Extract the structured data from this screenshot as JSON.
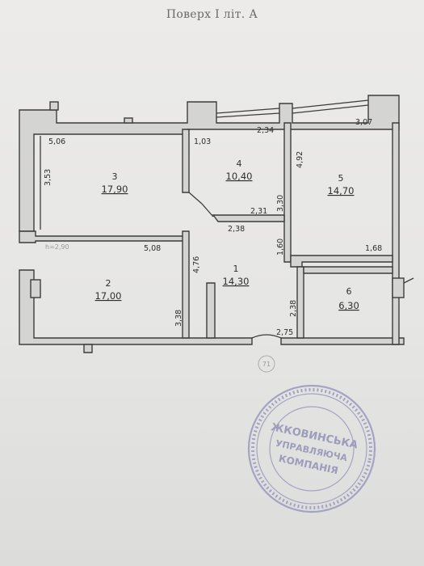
{
  "title": "Поверх I літ. А",
  "rooms": [
    {
      "number": "1",
      "area": "14,30"
    },
    {
      "number": "2",
      "area": "17,00"
    },
    {
      "number": "3",
      "area": "17,90"
    },
    {
      "number": "4",
      "area": "10,40"
    },
    {
      "number": "5",
      "area": "14,70"
    },
    {
      "number": "6",
      "area": "6,30"
    }
  ],
  "dimensions": {
    "d_5_06": "5,06",
    "d_1_03": "1,03",
    "d_2_34": "2,34",
    "d_3_07": "3,07",
    "d_3_53": "3,53",
    "d_4_92": "4,92",
    "d_2_31": "2,31",
    "d_3_30": "3,30",
    "d_2_38a": "2,38",
    "d_5_08": "5,08",
    "d_4_76": "4,76",
    "d_1_60": "1,60",
    "d_1_68": "1,68",
    "d_3_38": "3,38",
    "d_2_38b": "2,38",
    "d_2_75": "2,75",
    "d_h_2_90": "h=2,90"
  },
  "page_number": "71",
  "stamp": {
    "line1": "ЖКОВИНСЬКА",
    "line2": "УПРАВЛЯЮЧА",
    "line3": "КОМПАНІЯ"
  }
}
